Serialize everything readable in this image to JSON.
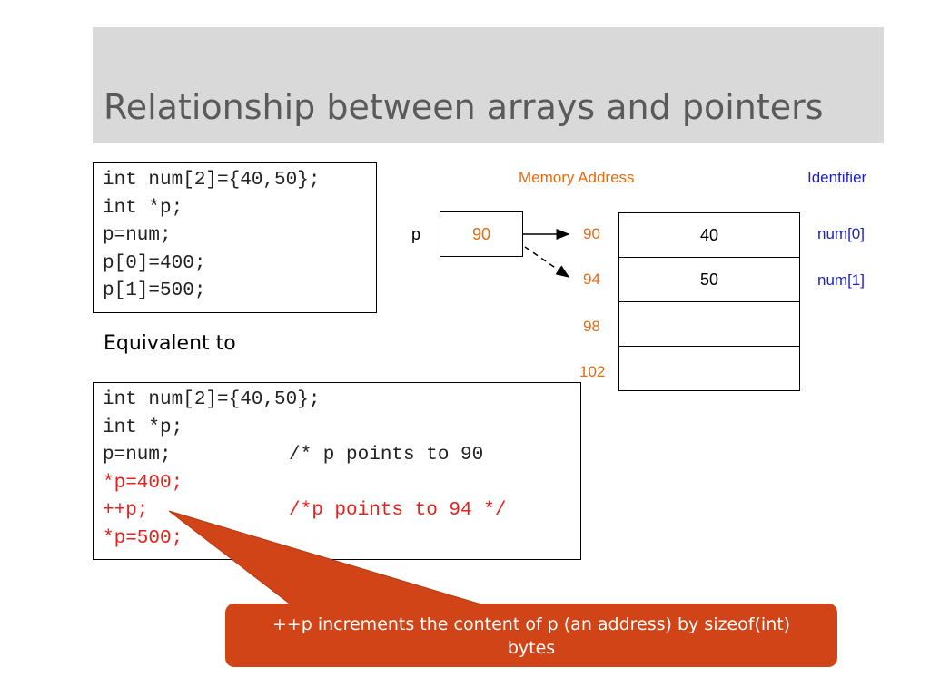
{
  "slide": {
    "title": "Relationship between arrays and pointers",
    "equivalent_label": "Equivalent to",
    "code_block_1": [
      "int num[2]={40,50};",
      "int *p;",
      "p=num;",
      "p[0]=400;",
      "p[1]=500;"
    ],
    "code_block_2": [
      {
        "code": "int num[2]={40,50};",
        "comment": ""
      },
      {
        "code": "int *p;",
        "comment": ""
      },
      {
        "code": "p=num;",
        "comment": "/* p points to 90"
      },
      {
        "code": "*p=400;",
        "comment": ""
      },
      {
        "code": "++p;",
        "comment": "/*p points to 94 */"
      },
      {
        "code": "*p=500;",
        "comment": ""
      }
    ],
    "diagram": {
      "memory_address_header": "Memory Address",
      "identifier_header": "Identifier",
      "pointer_name": "p",
      "pointer_value": "90",
      "addresses": [
        "90",
        "94",
        "98",
        "102"
      ],
      "cell_values": [
        "40",
        "50",
        "",
        ""
      ],
      "identifiers": [
        "num[0]",
        "num[1]"
      ]
    },
    "callout": "++p increments the content of p (an address) by sizeof(int) bytes"
  },
  "colors": {
    "title_bar": "#d9d9d9",
    "address": "#e86b12",
    "identifier": "#1d1fc8",
    "highlight_code": "#e8201c",
    "callout_fill": "#d04417"
  }
}
